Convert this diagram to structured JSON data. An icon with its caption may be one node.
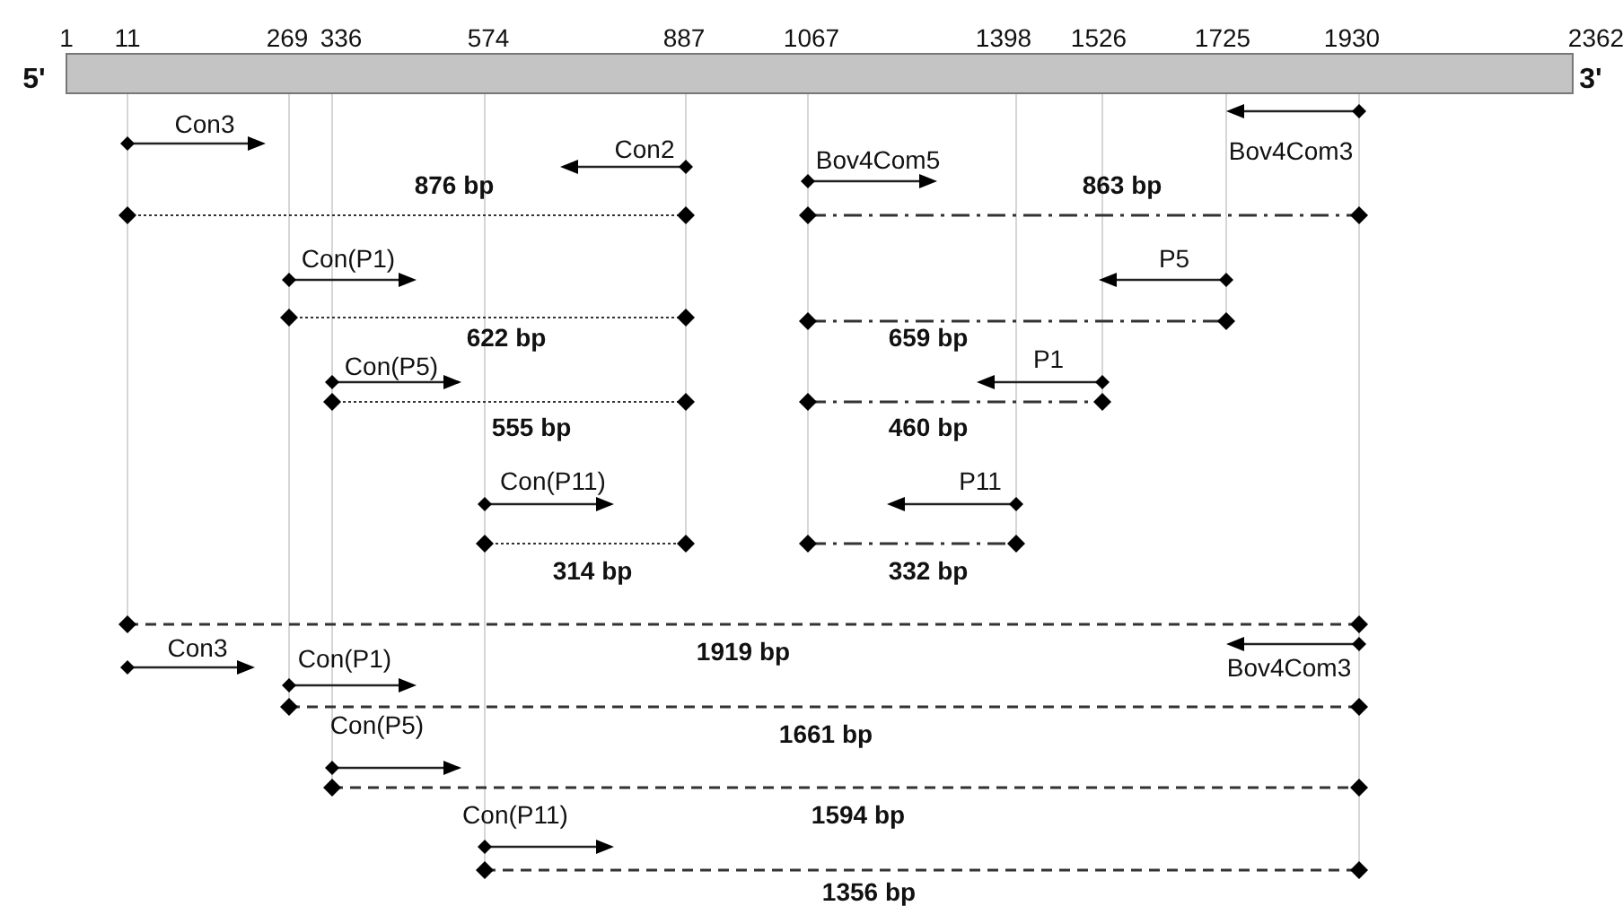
{
  "diagram": {
    "nodes": [
      {
        "text": [],
        "shape": "bar"
      }
    ],
    "labels": [
      "1",
      "11",
      "269",
      "336",
      "574",
      "887",
      "1067",
      "1398",
      "1526",
      "1725",
      "1930",
      "2362",
      "5'",
      "3'",
      "Con3",
      "Con2",
      "Bov4Com3",
      "Bov4Com5",
      "876 bp",
      "863 bp",
      "Con(P1)",
      "P5",
      "622 bp",
      "659 bp",
      "P1",
      "Con(P5)",
      "555 bp",
      "460 bp",
      "Con(P11)",
      "P11",
      "314 bp",
      "332 bp",
      "Con3",
      "Con(P1)",
      "1919 bp",
      "Bov4Com3",
      "Con(P5)",
      "1661 bp",
      "Con(P11)",
      "1594 bp",
      "1356 bp"
    ]
  }
}
